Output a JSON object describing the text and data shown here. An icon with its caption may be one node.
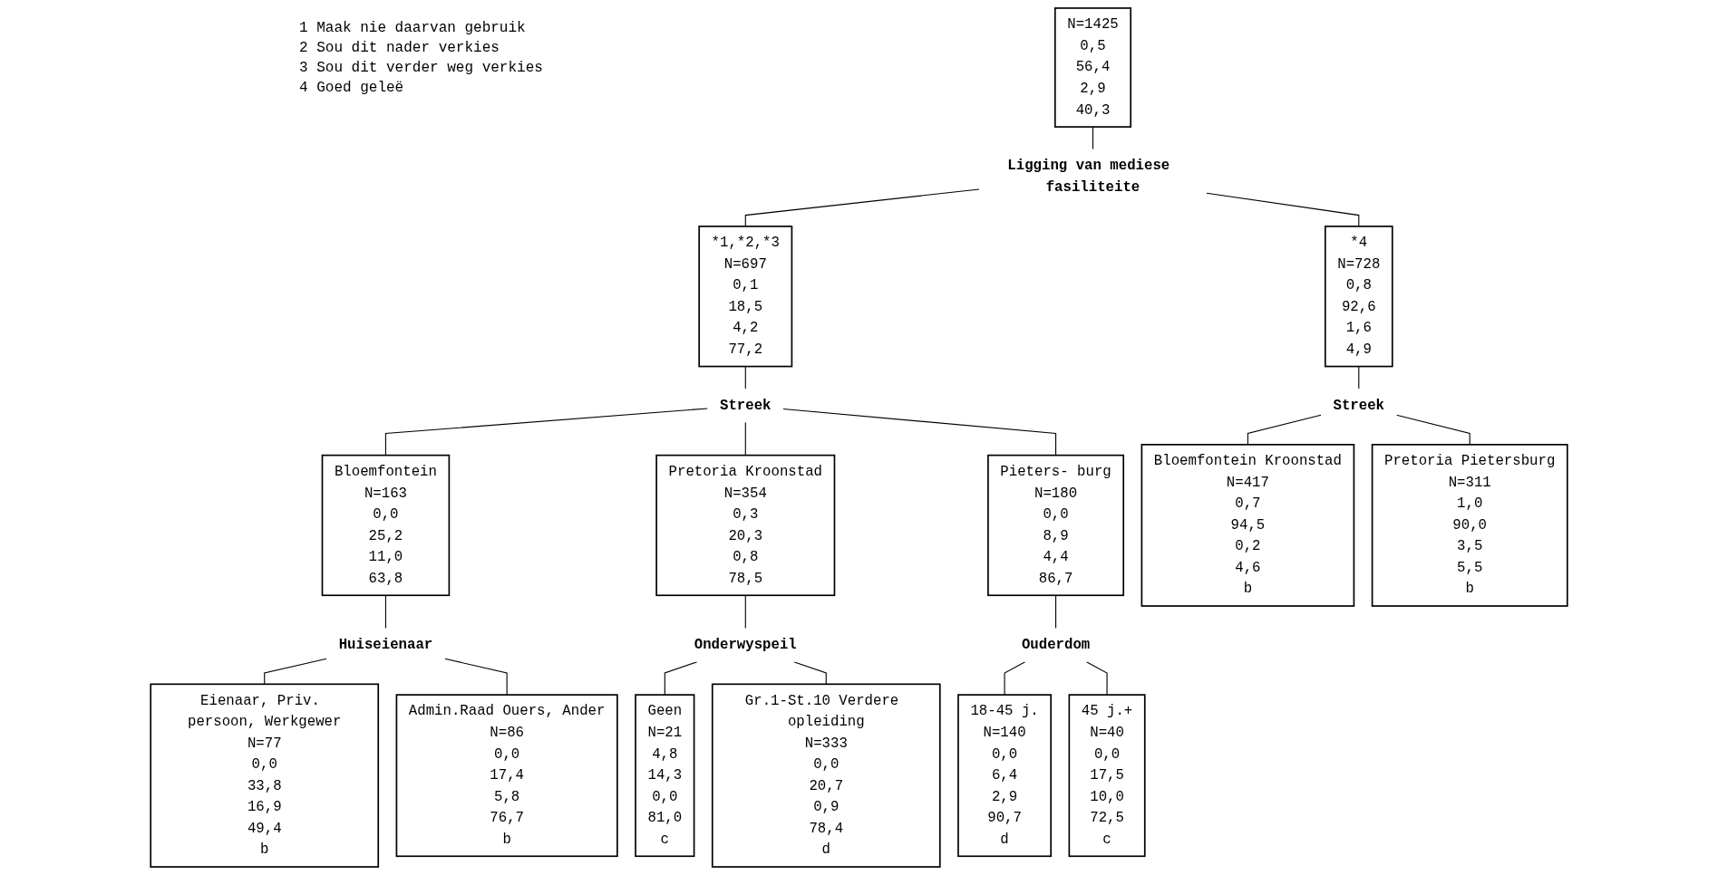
{
  "diagram": {
    "nodes": [
      {
        "text": [
          "N=1425",
          "0,5",
          "56,4",
          "2,9",
          "40,3"
        ]
      },
      {
        "text": [
          "Ligging van mediese fasiliteite"
        ]
      },
      {
        "text": [
          "*1,*2,*3",
          "N=697",
          "0,1",
          "18,5",
          "4,2",
          "77,2"
        ]
      },
      {
        "text": [
          "*4",
          "N=728",
          "0,8",
          "92,6",
          "1,6",
          "4,9"
        ]
      },
      {
        "text": [
          "Streek"
        ]
      },
      {
        "text": [
          "Streek"
        ]
      },
      {
        "text": [
          "Bloemfontein",
          "N=163",
          "0,0",
          "25,2",
          "11,0",
          "63,8"
        ]
      },
      {
        "text": [
          "Pretoria Kroonstad",
          "N=354",
          "0,3",
          "20,3",
          "0,8",
          "78,5"
        ]
      },
      {
        "text": [
          "Pieters- burg",
          "N=180",
          "0,0",
          "8,9",
          "4,4",
          "86,7"
        ]
      },
      {
        "text": [
          "Bloemfontein Kroonstad",
          "N=417",
          "0,7",
          "94,5",
          "0,2",
          "4,6",
          "b"
        ]
      },
      {
        "text": [
          "Pretoria Pietersburg",
          "N=311",
          "1,0",
          "90,0",
          "3,5",
          "5,5",
          "b"
        ]
      },
      {
        "text": [
          "Huiseienaar"
        ]
      },
      {
        "text": [
          "Onderwyspeil"
        ]
      },
      {
        "text": [
          "Ouderdom"
        ]
      },
      {
        "text": [
          "Eienaar, Priv. persoon, Werkgewer",
          "N=77",
          "0,0",
          "33,8",
          "16,9",
          "49,4",
          "b"
        ]
      },
      {
        "text": [
          "Admin.Raad Ouers, Ander",
          "N=86",
          "0,0",
          "17,4",
          "5,8",
          "76,7",
          "b"
        ]
      },
      {
        "text": [
          "Geen",
          "N=21",
          "4,8",
          "14,3",
          "0,0",
          "81,0",
          "c"
        ]
      },
      {
        "text": [
          "Gr.1-St.10 Verdere opleiding",
          "N=333",
          "0,0",
          "20,7",
          "0,9",
          "78,4",
          "d"
        ]
      },
      {
        "text": [
          "18-45 j.",
          "N=140",
          "0,0",
          "6,4",
          "2,9",
          "90,7",
          "d"
        ]
      },
      {
        "text": [
          "45 j.+",
          "N=40",
          "0,0",
          "17,5",
          "10,0",
          "72,5",
          "c"
        ]
      }
    ],
    "edges": [
      {
        "from": 0,
        "to": 1,
        "arrow": "none"
      },
      {
        "from": 1,
        "to": 2,
        "arrow": "none"
      },
      {
        "from": 1,
        "to": 3,
        "arrow": "none"
      },
      {
        "from": 2,
        "to": 4,
        "arrow": "none"
      },
      {
        "from": 3,
        "to": 5,
        "arrow": "none"
      },
      {
        "from": 4,
        "to": 6,
        "arrow": "none"
      },
      {
        "from": 4,
        "to": 7,
        "arrow": "none"
      },
      {
        "from": 4,
        "to": 8,
        "arrow": "none"
      },
      {
        "from": 5,
        "to": 9,
        "arrow": "none"
      },
      {
        "from": 5,
        "to": 10,
        "arrow": "none"
      },
      {
        "from": 6,
        "to": 11,
        "arrow": "none"
      },
      {
        "from": 7,
        "to": 12,
        "arrow": "none"
      },
      {
        "from": 8,
        "to": 13,
        "arrow": "none"
      },
      {
        "from": 11,
        "to": 14,
        "arrow": "none"
      },
      {
        "from": 11,
        "to": 15,
        "arrow": "none"
      },
      {
        "from": 12,
        "to": 16,
        "arrow": "none"
      },
      {
        "from": 12,
        "to": 17,
        "arrow": "none"
      },
      {
        "from": 13,
        "to": 18,
        "arrow": "none"
      },
      {
        "from": 13,
        "to": 19,
        "arrow": "none"
      }
    ],
    "labels": [
      "1 Maak nie daarvan gebruik",
      "2 Sou dit nader verkies",
      "3 Sou dit verder weg verkies",
      "4 Goed geleë"
    ]
  }
}
